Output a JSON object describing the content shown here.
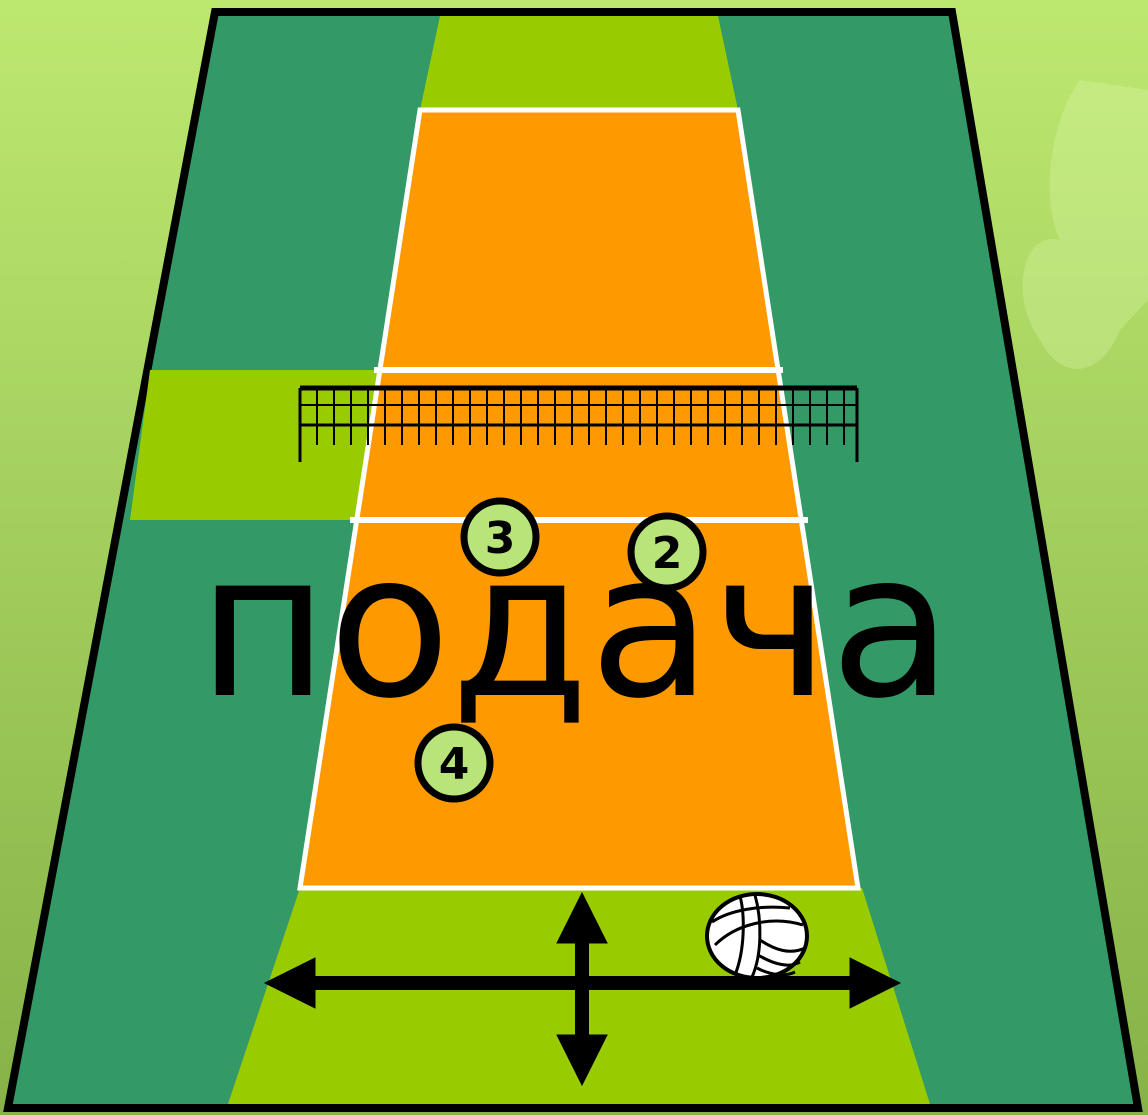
{
  "caption": "подача",
  "players": [
    {
      "number": "3"
    },
    {
      "number": "2"
    },
    {
      "number": "4"
    }
  ],
  "colors": {
    "background_light": "#b8e46c",
    "background_dark": "#88b44a",
    "outer_floor": "#339966",
    "free_zone": "#99cc00",
    "court": "#ff9900",
    "lines": "#ffffff",
    "border": "#000000",
    "player_fill": "#b8e47a"
  },
  "icons": [
    "volleyball-icon",
    "net-icon",
    "move-arrows-icon"
  ]
}
